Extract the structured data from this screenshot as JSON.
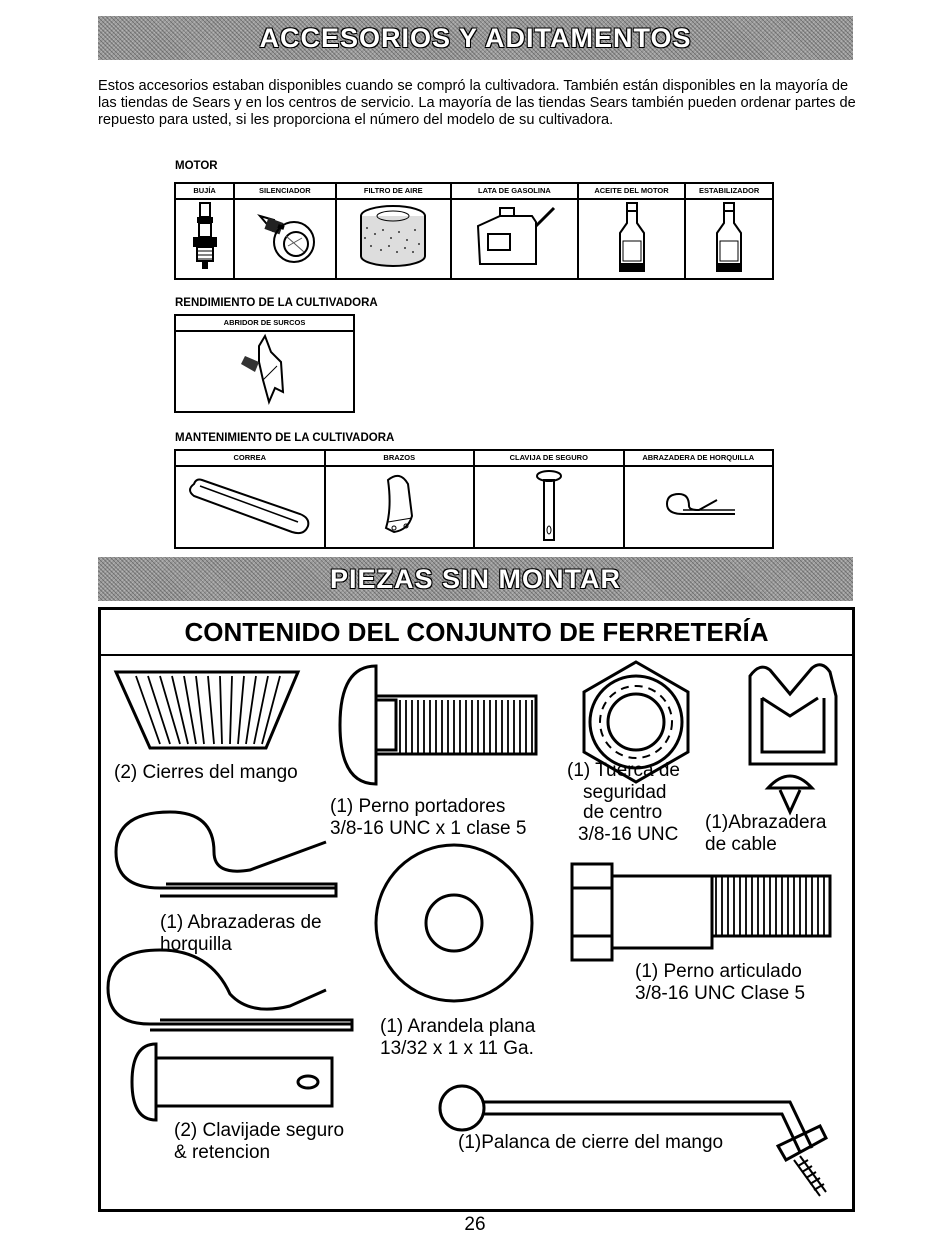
{
  "banner_accessories": "ACCESORIOS Y ADITAMENTOS",
  "intro_text": "Estos accesorios estaban disponibles cuando se compró la cultivadora. También están disponibles en la mayoría de las tiendas de Sears y en los centros de servicio. La mayoría de las tiendas Sears también pueden ordenar partes de repuesto para usted, si les proporciona el número del modelo de su cultivadora.",
  "motor": {
    "label": "MOTOR",
    "items": [
      "BUJÍA",
      "SILENCIADOR",
      "FILTRO DE AIRE",
      "LATA DE GASOLINA",
      "ACEITE DEL MOTOR",
      "ESTABILIZADOR"
    ]
  },
  "rendimiento": {
    "label": "RENDIMIENTO DE LA CULTIVADORA",
    "items": [
      "ABRIDOR DE SURCOS"
    ]
  },
  "mantenimiento": {
    "label": "MANTENIMIENTO DE LA CULTIVADORA",
    "items": [
      "CORREA",
      "BRAZOS",
      "CLAVIJA DE SEGURO",
      "ABRAZADERA DE HORQUILLA"
    ]
  },
  "banner_parts": "PIEZAS SIN MONTAR",
  "hardware": {
    "title": "CONTENIDO DEL CONJUNTO DE FERRETERÍA",
    "captions": {
      "handle_clamps": "(2) Cierres del mango",
      "carriage_bolt_1": "(1) Perno portadores",
      "carriage_bolt_2": "3/8-16 UNC x 1 clase 5",
      "nut_1": "(1) Tuerca de",
      "nut_2": "seguridad",
      "nut_3": "de centro",
      "nut_4": "3/8-16 UNC",
      "cable_tie_1": "(1)Abrazadera",
      "cable_tie_2": "de cable",
      "hairpin_1": "(1) Abrazaderas de",
      "hairpin_2": "horquilla",
      "washer_1": "(1) Arandela plana",
      "washer_2": "13/32 x 1 x 11 Ga.",
      "pivot_bolt_1": "(1) Perno articulado",
      "pivot_bolt_2": "3/8-16 UNC Clase 5",
      "clevis_1": "(2) Clavijade seguro",
      "clevis_2": "& retencion",
      "lever": "(1)Palanca de cierre del mango"
    }
  },
  "page_number": "26"
}
